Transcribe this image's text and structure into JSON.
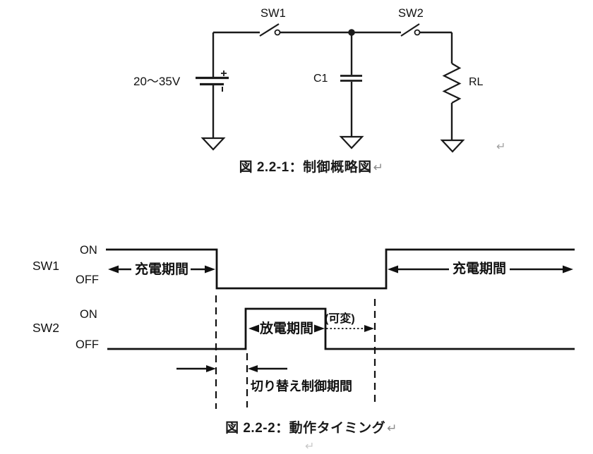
{
  "page": {
    "background": "#ffffff",
    "ink_color": "#1a1a1a",
    "gray_mark_color": "#a0a0a0",
    "return_mark": "↵"
  },
  "circuit": {
    "caption": "図 2.2-1：制御概略図",
    "source_label": "20～35V",
    "sw1_label": "SW1",
    "sw2_label": "SW2",
    "capacitor_label": "C1",
    "load_label": "RL",
    "plus_mark": "+",
    "components": [
      "voltage source 20～35V",
      "switch SW1",
      "capacitor C1",
      "switch SW2",
      "resistor RL",
      "3 ground symbols"
    ]
  },
  "timing": {
    "caption": "図 2.2-2：動作タイミング",
    "rows": [
      {
        "name": "SW1",
        "on": "ON",
        "off": "OFF"
      },
      {
        "name": "SW2",
        "on": "ON",
        "off": "OFF"
      }
    ],
    "labels": {
      "charge_period_1": "充電期間",
      "charge_period_2": "充電期間",
      "discharge_period": "放電期間",
      "variable": "(可変)",
      "switch_control_period": "切り替え制御期間"
    },
    "waveforms": {
      "sw1_sequence": [
        "ON",
        "OFF",
        "ON"
      ],
      "sw2_sequence": [
        "OFF",
        "ON",
        "OFF"
      ]
    }
  }
}
